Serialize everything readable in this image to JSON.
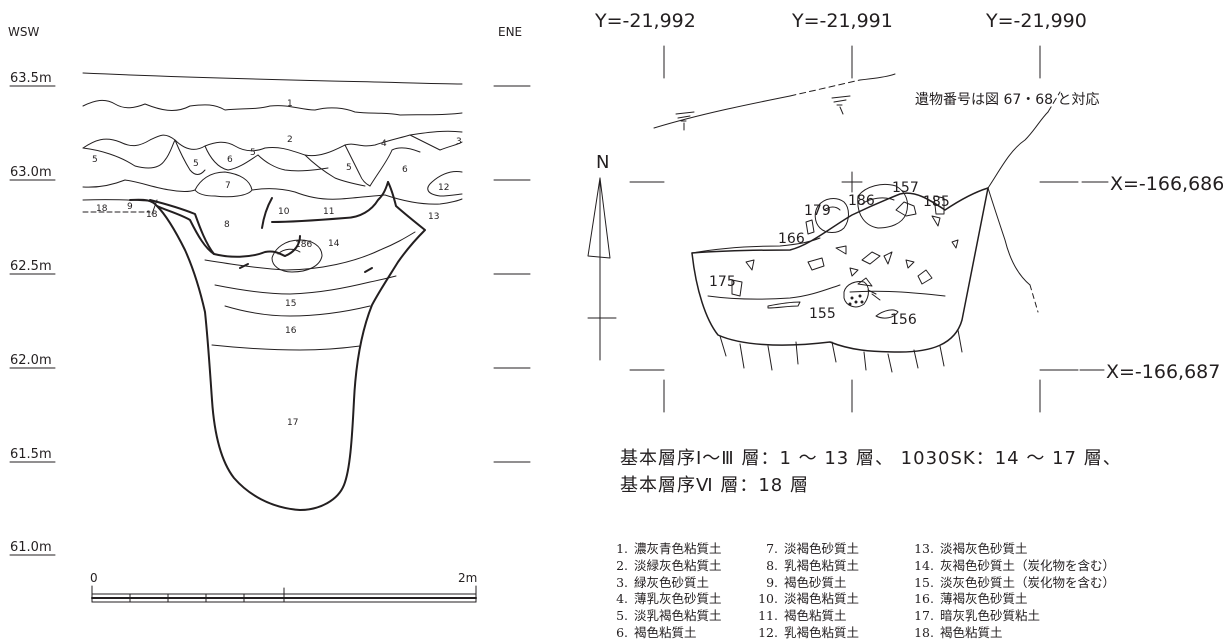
{
  "section": {
    "left_label": "WSW",
    "right_label": "ENE",
    "elevations": [
      "63.5m",
      "63.0m",
      "62.5m",
      "62.0m",
      "61.5m",
      "61.0m"
    ],
    "layer_numbers": [
      "1",
      "2",
      "3",
      "4",
      "5",
      "5",
      "5",
      "5",
      "6",
      "6",
      "7",
      "8",
      "9",
      "10",
      "11",
      "12",
      "13",
      "14",
      "15",
      "16",
      "17",
      "18",
      "18",
      "186"
    ],
    "scale": {
      "start": "0",
      "end": "2m"
    }
  },
  "plan": {
    "y_coords": [
      "Y=-21,992",
      "Y=-21,991",
      "Y=-21,990"
    ],
    "x_coords": [
      "X=-166,686",
      "X=-166,687"
    ],
    "north": "N",
    "artifact_note": "遺物番号は図 67・68 と対応",
    "artifact_numbers": [
      "157",
      "185",
      "186",
      "179",
      "166",
      "175",
      "155",
      "156"
    ]
  },
  "layer_summary": {
    "line1": "基本層序Ⅰ～Ⅲ 層：1 ～ 13 層、 1030SK：14 ～ 17 層、",
    "line2": "基本層序Ⅵ 層：18 層"
  },
  "legend": [
    {
      "num": "1.",
      "text": "濃灰青色粘質土"
    },
    {
      "num": "7.",
      "text": "淡褐色砂質土"
    },
    {
      "num": "13.",
      "text": "淡褐灰色砂質土"
    },
    {
      "num": "2.",
      "text": "淡緑灰色粘質土"
    },
    {
      "num": "8.",
      "text": "乳褐色粘質土"
    },
    {
      "num": "14.",
      "text": "灰褐色砂質土（炭化物を含む）"
    },
    {
      "num": "3.",
      "text": "緑灰色砂質土"
    },
    {
      "num": "9.",
      "text": "褐色砂質土"
    },
    {
      "num": "15.",
      "text": "淡灰色砂質土（炭化物を含む）"
    },
    {
      "num": "4.",
      "text": "薄乳灰色砂質土"
    },
    {
      "num": "10.",
      "text": "淡褐色粘質土"
    },
    {
      "num": "16.",
      "text": "薄褐灰色砂質土"
    },
    {
      "num": "5.",
      "text": "淡乳褐色粘質土"
    },
    {
      "num": "11.",
      "text": "褐色粘質土"
    },
    {
      "num": "17.",
      "text": "暗灰乳色砂質粘土"
    },
    {
      "num": "6.",
      "text": "褐色粘質土"
    },
    {
      "num": "12.",
      "text": "乳褐色粘質土"
    },
    {
      "num": "18.",
      "text": "褐色粘質土"
    }
  ],
  "colors": {
    "ink": "#231f20",
    "background": "#ffffff"
  }
}
